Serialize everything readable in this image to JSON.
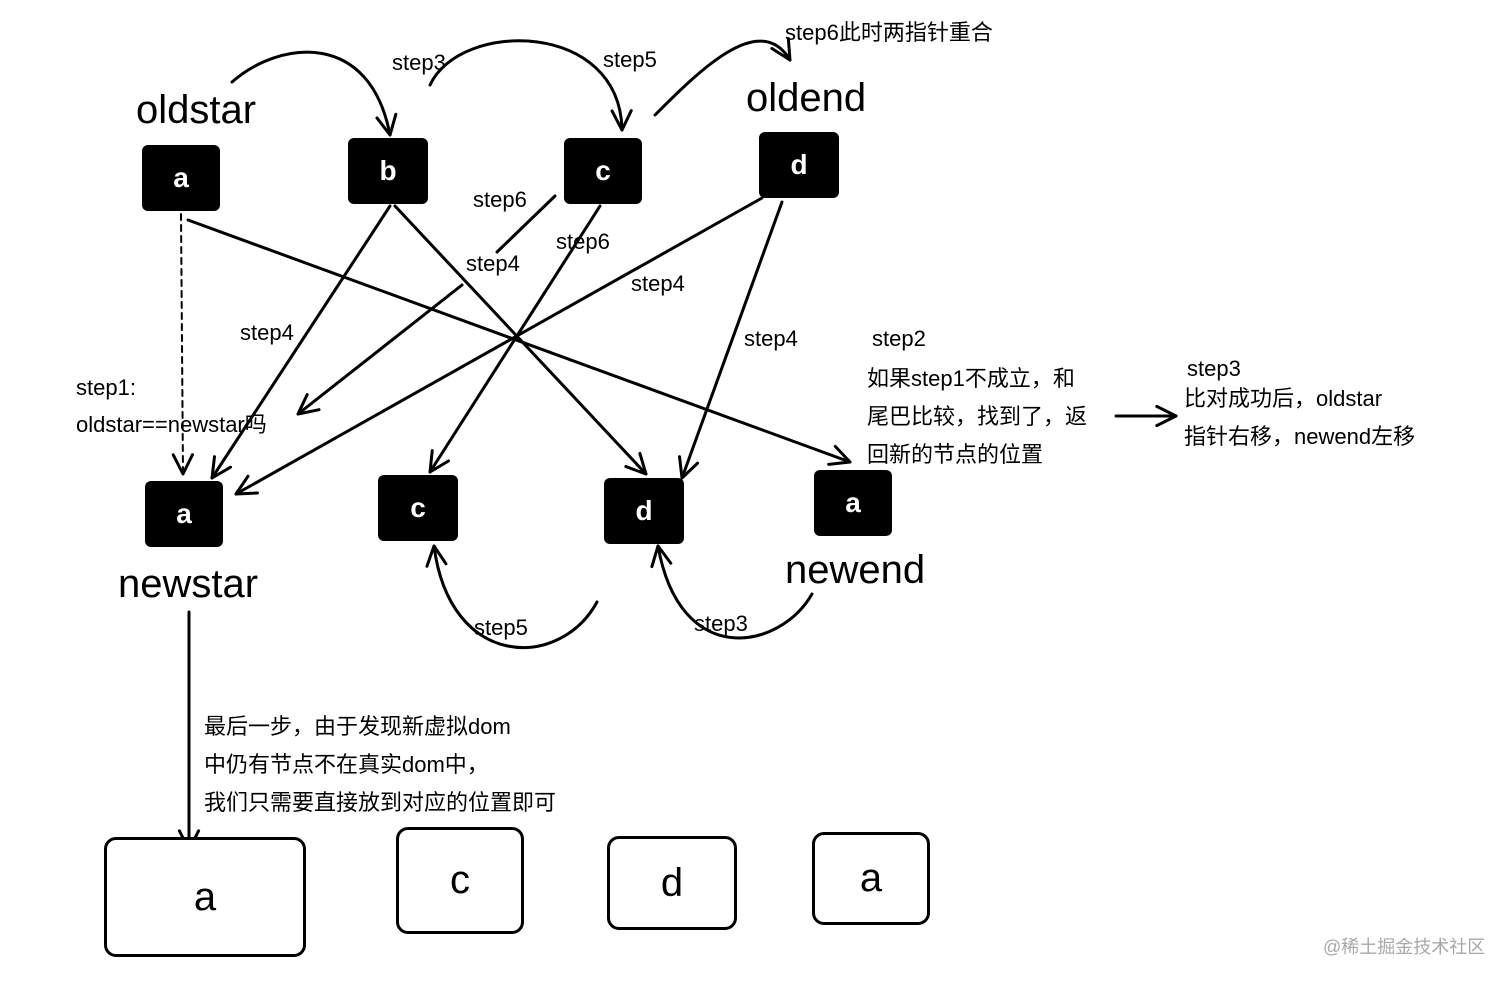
{
  "pointers": {
    "oldstar": "oldstar",
    "oldend": "oldend",
    "newstar": "newstar",
    "newend": "newend"
  },
  "old_nodes": [
    "a",
    "b",
    "c",
    "d"
  ],
  "new_nodes": [
    "a",
    "c",
    "d",
    "a"
  ],
  "result_nodes": [
    "a",
    "c",
    "d",
    "a"
  ],
  "step_labels": {
    "step3_top": "step3",
    "step5_top": "step5",
    "step6_top": "step6",
    "step6_top_note": "此时两指针重合",
    "step6_left": "step6",
    "step6_mid": "step6",
    "step4_mid": "step4",
    "step4_right": "step4",
    "step4_left": "step4",
    "step4_d": "step4",
    "step5_bottom": "step5",
    "step3_bottom": "step3"
  },
  "notes": {
    "step1_title": "step1:",
    "step1_text": "oldstar==newstar吗",
    "step2_title": "step2",
    "step2_text": "如果step1不成立，和\n尾巴比较，找到了，返\n回新的节点的位置",
    "step3_title": "step3",
    "step3_text": "比对成功后，oldstar\n指针右移，newend左移",
    "final_text": "最后一步，由于发现新虚拟dom\n中仍有节点不在真实dom中，\n我们只需要直接放到对应的位置即可"
  },
  "watermark": "@稀土掘金技术社区",
  "colors": {
    "node_fill": "#000000",
    "node_text": "#ffffff",
    "line": "#000000",
    "watermark": "#a8a8a8"
  }
}
